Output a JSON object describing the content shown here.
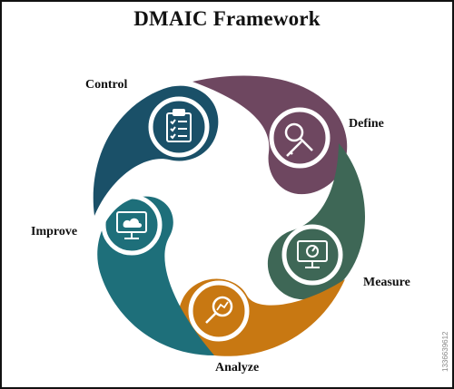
{
  "title": "DMAIC Framework",
  "side_mark": "1336639612",
  "stages": [
    {
      "label": "Define",
      "color": "#6e4760",
      "icon": "magnifier-pen-icon"
    },
    {
      "label": "Measure",
      "color": "#3e6756",
      "icon": "monitor-gauge-icon"
    },
    {
      "label": "Analyze",
      "color": "#c87812",
      "icon": "magnifier-chart-icon"
    },
    {
      "label": "Improve",
      "color": "#1e6f7a",
      "icon": "monitor-cloud-icon"
    },
    {
      "label": "Control",
      "color": "#1a5068",
      "icon": "clipboard-checklist-icon"
    }
  ]
}
